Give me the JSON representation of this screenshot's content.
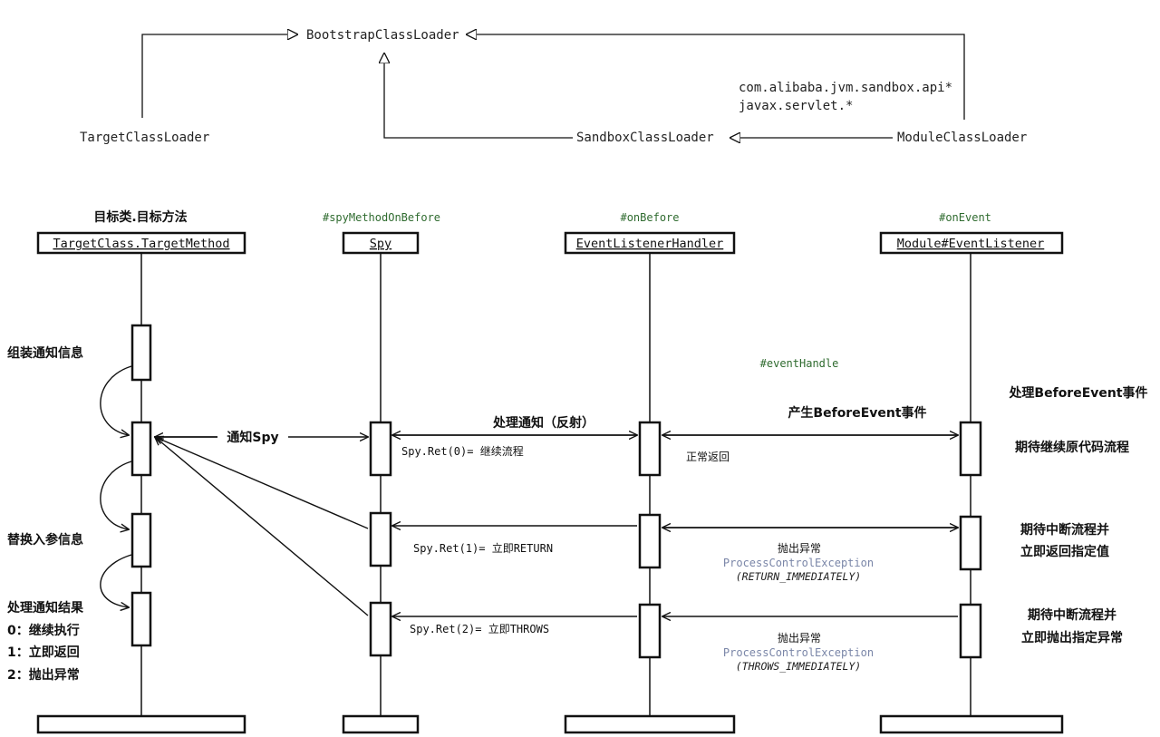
{
  "classloaders": {
    "bootstrap": "BootstrapClassLoader",
    "target": "TargetClassLoader",
    "sandbox": "SandboxClassLoader",
    "module": "ModuleClassLoader",
    "package_line1": "com.alibaba.jvm.sandbox.api*",
    "package_line2": "javax.servlet.*"
  },
  "lifelines": {
    "target": {
      "caption": "目标类.目标方法",
      "label": "TargetClass.TargetMethod"
    },
    "spy": {
      "caption": "#spyMethodOnBefore",
      "label": "Spy"
    },
    "handler": {
      "caption": "#onBefore",
      "label": "EventListenerHandler"
    },
    "module": {
      "caption": "#onEvent",
      "label": "Module#EventListener"
    }
  },
  "notes": {
    "assemble": "组装通知信息",
    "replace_params": "替换入参信息",
    "handle_result": "处理通知结果",
    "result_continue": "0：继续执行",
    "result_return": "1：立即返回",
    "result_throw": "2：抛出异常",
    "event_handle": "#eventHandle",
    "process_before_event": "处理BeforeEvent事件",
    "expect_continue": "期待继续原代码流程",
    "expect_return_l1": "期待中断流程并",
    "expect_return_l2": "立即返回指定值",
    "expect_throw_l1": "期待中断流程并",
    "expect_throw_l2": "立即抛出指定异常"
  },
  "messages": {
    "notify_spy": "通知Spy",
    "handle_notify": "处理通知（反射）",
    "gen_event": "产生BeforeEvent事件",
    "normal_return": "正常返回",
    "ret0": "Spy.Ret(0)= 继续流程",
    "ret1": "Spy.Ret(1)= 立即RETURN",
    "ret2": "Spy.Ret(2)= 立即THROWS",
    "throw_label_1": "抛出异常",
    "exception_name_1": "ProcessControlException",
    "exception_arg_1": "(RETURN_IMMEDIATELY)",
    "throw_label_2": "抛出异常",
    "exception_name_2": "ProcessControlException",
    "exception_arg_2": "(THROWS_IMMEDIATELY)"
  }
}
